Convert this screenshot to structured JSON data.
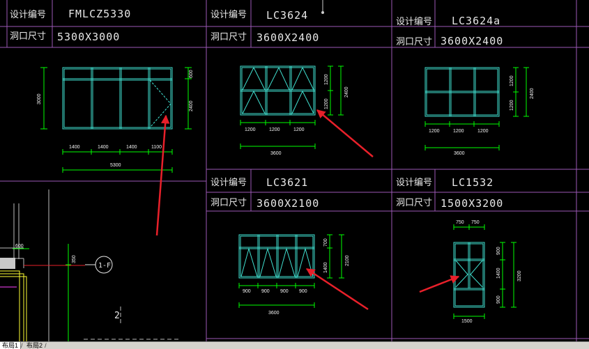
{
  "labels": {
    "design_no": "设计编号",
    "opening_size": "洞口尺寸"
  },
  "windows": [
    {
      "code": "FMLCZ5330",
      "size": "5300X3000",
      "dims": {
        "top_seg": [
          "1400",
          "1400",
          "1400",
          "1100"
        ],
        "overall": "5300",
        "left": "3000",
        "right_top": "600",
        "right_bottom": "2400"
      }
    },
    {
      "code": "LC3624",
      "size": "3600X2400",
      "dims": {
        "bottom_seg": [
          "1200",
          "1200",
          "1200"
        ],
        "overall": "3600",
        "right_inner": [
          "1200",
          "1200"
        ],
        "right_outer": "2400"
      }
    },
    {
      "code": "LC3624a",
      "size": "3600X2400",
      "dims": {
        "bottom_seg": [
          "1200",
          "1200",
          "1200"
        ],
        "overall": "3600",
        "right_inner": [
          "1200",
          "1200"
        ],
        "right_outer": "2400"
      }
    },
    {
      "code": "LC3621",
      "size": "3600X2100",
      "dims": {
        "bottom_seg": [
          "900",
          "900",
          "900",
          "900"
        ],
        "overall": "3600",
        "right_inner": [
          "700",
          "1400"
        ],
        "right_outer": "2100"
      }
    },
    {
      "code": "LC1532",
      "size": "1500X3200",
      "dims": {
        "top_seg": [
          "750",
          "750"
        ],
        "bottom": "1500",
        "right_inner": [
          "900",
          "1400",
          "900"
        ],
        "right_outer": "3200"
      }
    }
  ],
  "plan": {
    "dim_left": "600",
    "dim_mid": "350",
    "axis_label": "1-F",
    "number": "2"
  },
  "tabs": [
    {
      "label": "布局1",
      "active": true
    },
    {
      "label": "布局2",
      "active": false
    }
  ],
  "colors": {
    "frame": "#40e0d0",
    "dimension": "#00ff00",
    "grid": "#9b59b6",
    "arrow": "#e8202a",
    "text": "#e8e8e8"
  }
}
